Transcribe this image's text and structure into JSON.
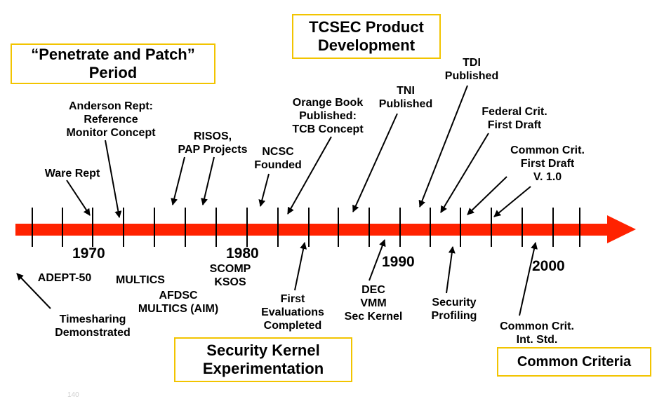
{
  "colors": {
    "timeline": "#ff2200",
    "box_border": "#f2c400",
    "text": "#000000"
  },
  "boxes": {
    "penetrate": "“Penetrate and Patch”\nPeriod",
    "tcsec": "TCSEC Product\nDevelopment",
    "kernel": "Security Kernel\nExperimentation",
    "cc": "Common Criteria"
  },
  "years": {
    "y1970": "1970",
    "y1980": "1980",
    "y1990": "1990",
    "y2000": "2000"
  },
  "events_above": {
    "anderson": "Anderson Rept:\nReference\nMonitor Concept",
    "ware": "Ware Rept",
    "risos": "RISOS,\nPAP Projects",
    "ncsc": "NCSC\nFounded",
    "orange": "Orange Book\nPublished:\nTCB Concept",
    "tni": "TNI\nPublished",
    "tdi": "TDI\nPublished",
    "federal": "Federal Crit.\nFirst Draft",
    "cc_draft": "Common Crit.\nFirst Draft\nV. 1.0"
  },
  "events_below": {
    "adept": "ADEPT-50",
    "multics": "MULTICS",
    "scomp": "SCOMP\nKSOS",
    "afdsc": "AFDSC\nMULTICS (AIM)",
    "timesharing": "Timesharing\nDemonstrated",
    "first_eval": "First\nEvaluations\nCompleted",
    "dec": "DEC\nVMM\nSec Kernel",
    "profiling": "Security\nProfiling",
    "cc_std": "Common Crit.\nInt. Std."
  },
  "page_number": "140"
}
